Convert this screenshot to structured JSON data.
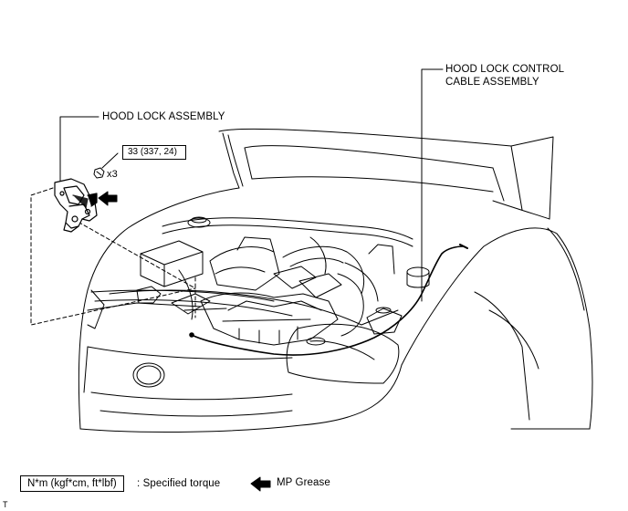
{
  "labels": {
    "hood_lock_assembly": "HOOD LOCK ASSEMBLY",
    "hood_lock_control_cable_line1": "HOOD LOCK CONTROL",
    "hood_lock_control_cable_line2": "CABLE ASSEMBLY",
    "torque_value": "33 (337, 24)",
    "bolt_quantity": "x3"
  },
  "legend": {
    "torque_unit_box": "N*m (kgf*cm, ft*lbf)",
    "torque_desc": ": Specified torque",
    "grease_desc": "MP Grease"
  },
  "footer_mark": "T",
  "colors": {
    "line": "#000000",
    "background": "#ffffff"
  },
  "icons": {
    "grease_arrow": "left-arrow-icon",
    "bolt": "bolt-icon"
  }
}
